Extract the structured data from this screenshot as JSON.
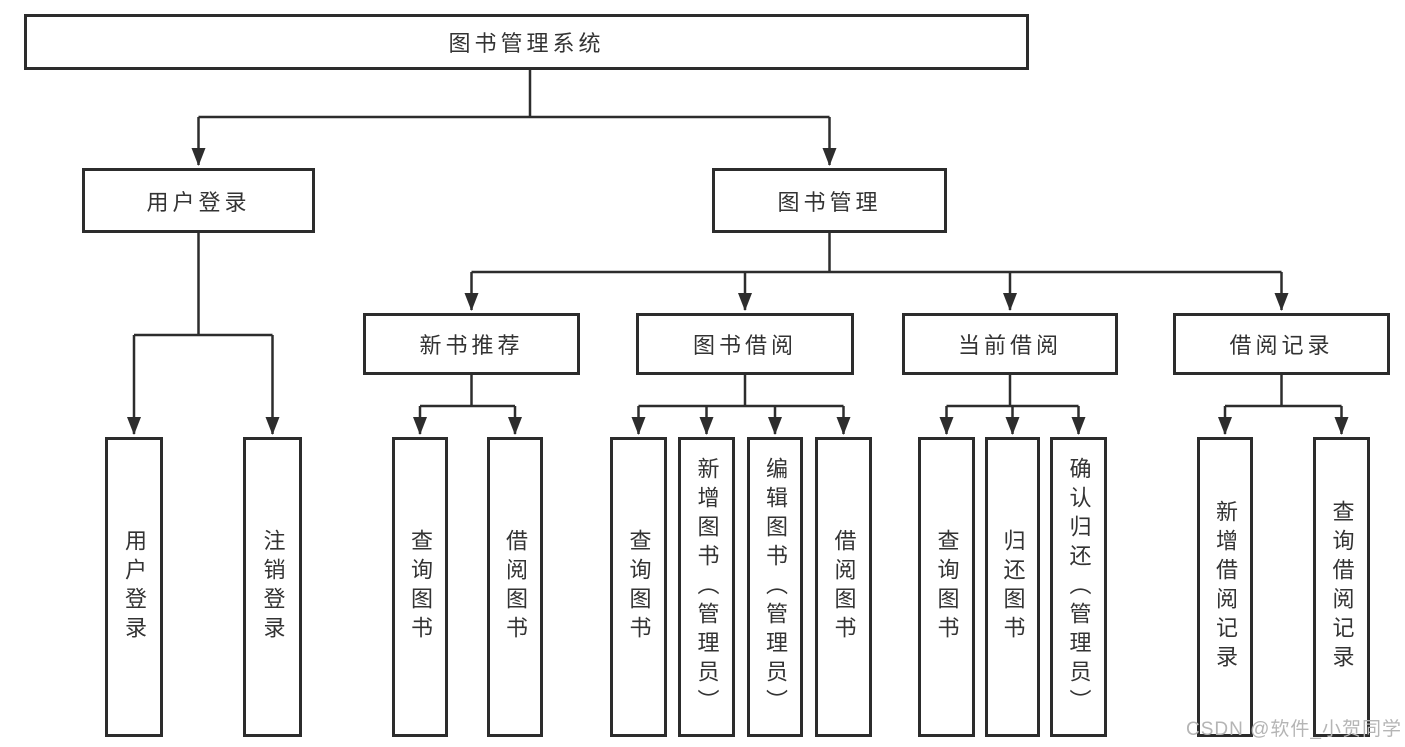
{
  "tree": {
    "root": {
      "label": "图书管理系统"
    },
    "user_login": {
      "label": "用户登录",
      "children": [
        "用户登录",
        "注销登录"
      ]
    },
    "book_management": {
      "label": "图书管理"
    },
    "new_book_recommendation": {
      "label": "新书推荐",
      "children": [
        "查询图书",
        "借阅图书"
      ]
    },
    "book_borrowing": {
      "label": "图书借阅",
      "children": [
        "查询图书",
        "新增图书（管理员）",
        "编辑图书（管理员）",
        "借阅图书"
      ]
    },
    "current_borrowing": {
      "label": "当前借阅",
      "children": [
        "查询图书",
        "归还图书",
        "确认归还（管理员）"
      ]
    },
    "borrowing_records": {
      "label": "借阅记录",
      "children": [
        "新增借阅记录",
        "查询借阅记录"
      ]
    }
  },
  "watermark": {
    "text": "CSDN @软件_小贺同学"
  },
  "colors": {
    "line": "#2d2d2d",
    "box_border": "#2c2c2c",
    "text": "#333333",
    "background": "#ffffff",
    "watermark": "#b5b5b5"
  }
}
